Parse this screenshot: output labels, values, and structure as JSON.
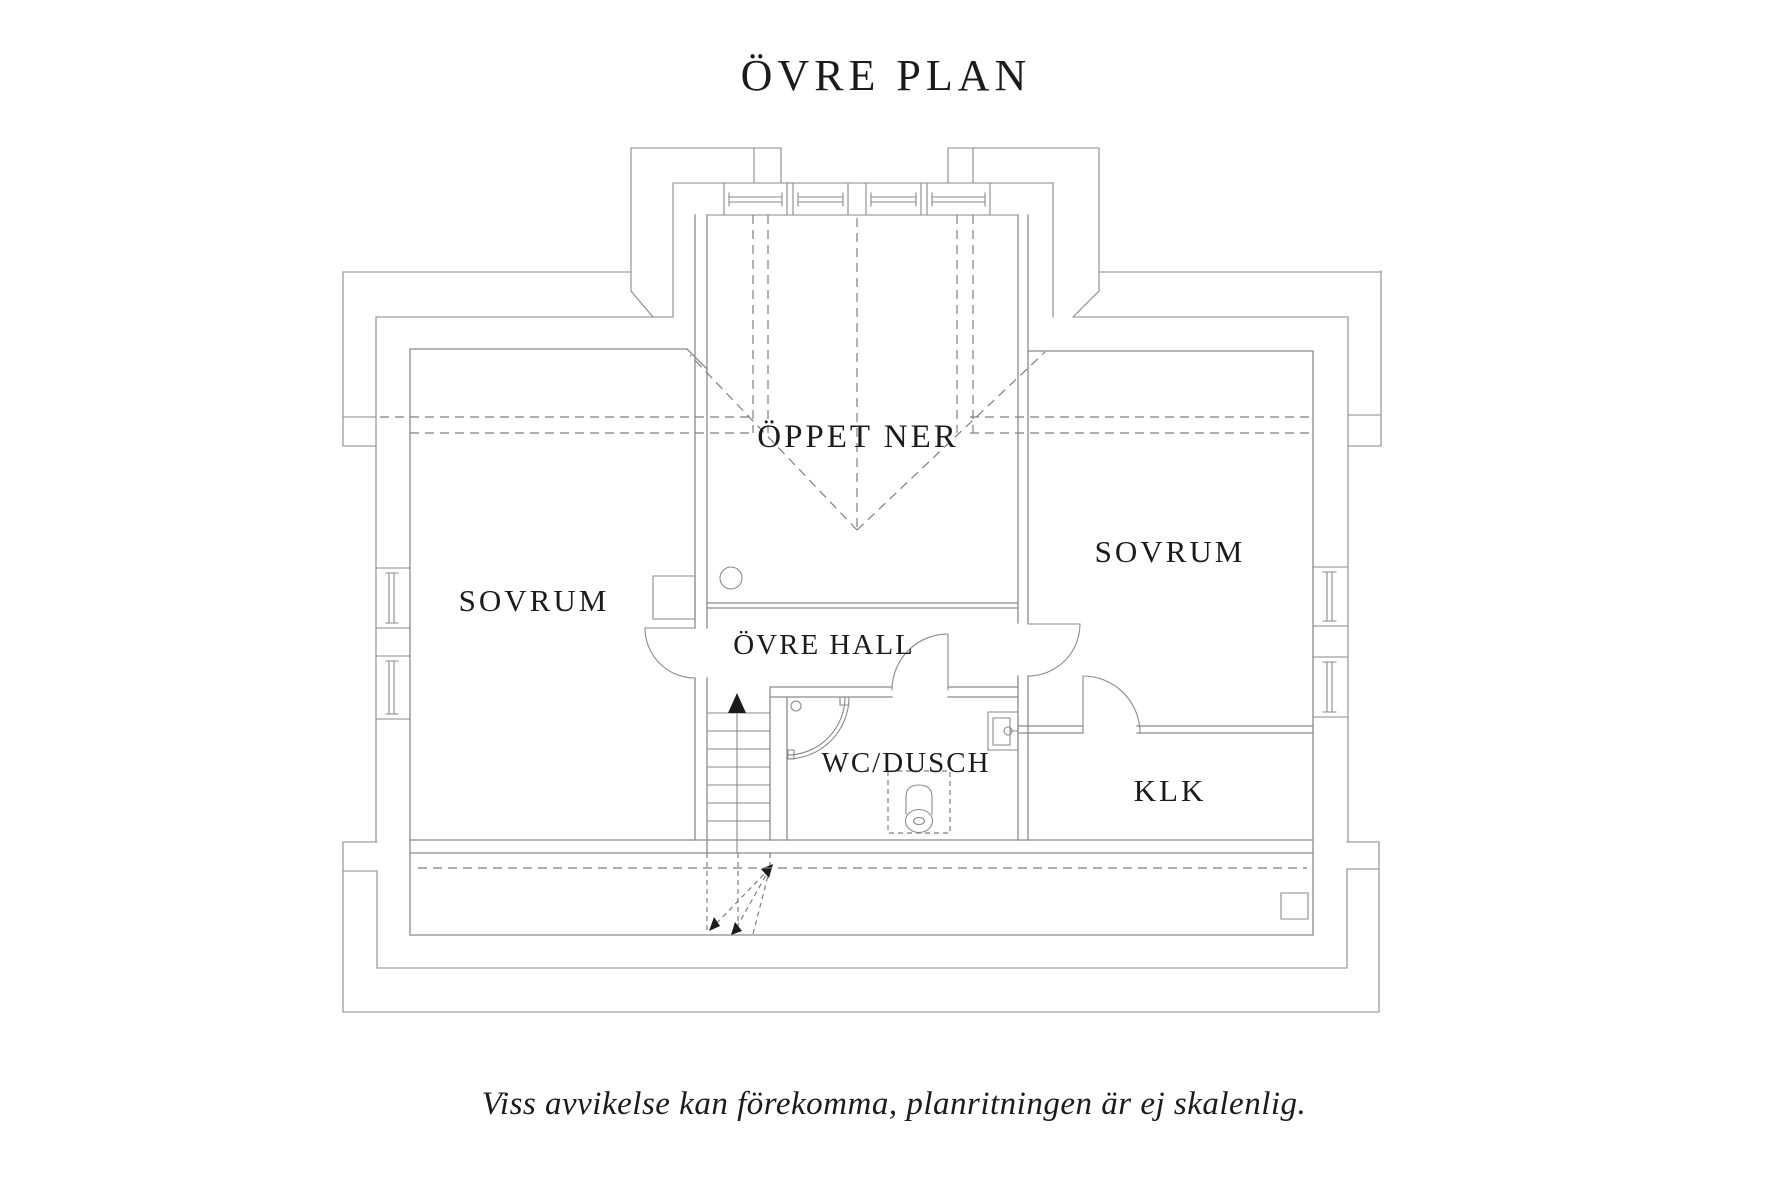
{
  "title": "ÖVRE PLAN",
  "rooms": {
    "open_below": "ÖPPET NER",
    "bedroom_left": "SOVRUM",
    "bedroom_right": "SOVRUM",
    "upper_hall": "ÖVRE HALL",
    "bathroom": "WC/DUSCH",
    "closet": "KLK"
  },
  "footer": {
    "disclaimer": "Viss avvikelse kan förekomma, planritningen är ej skalenlig."
  },
  "colors": {
    "background": "#ffffff",
    "wall_line": "#8a8a8a",
    "dashed_line": "#7e7e7e",
    "text": "#1b1b1b"
  }
}
